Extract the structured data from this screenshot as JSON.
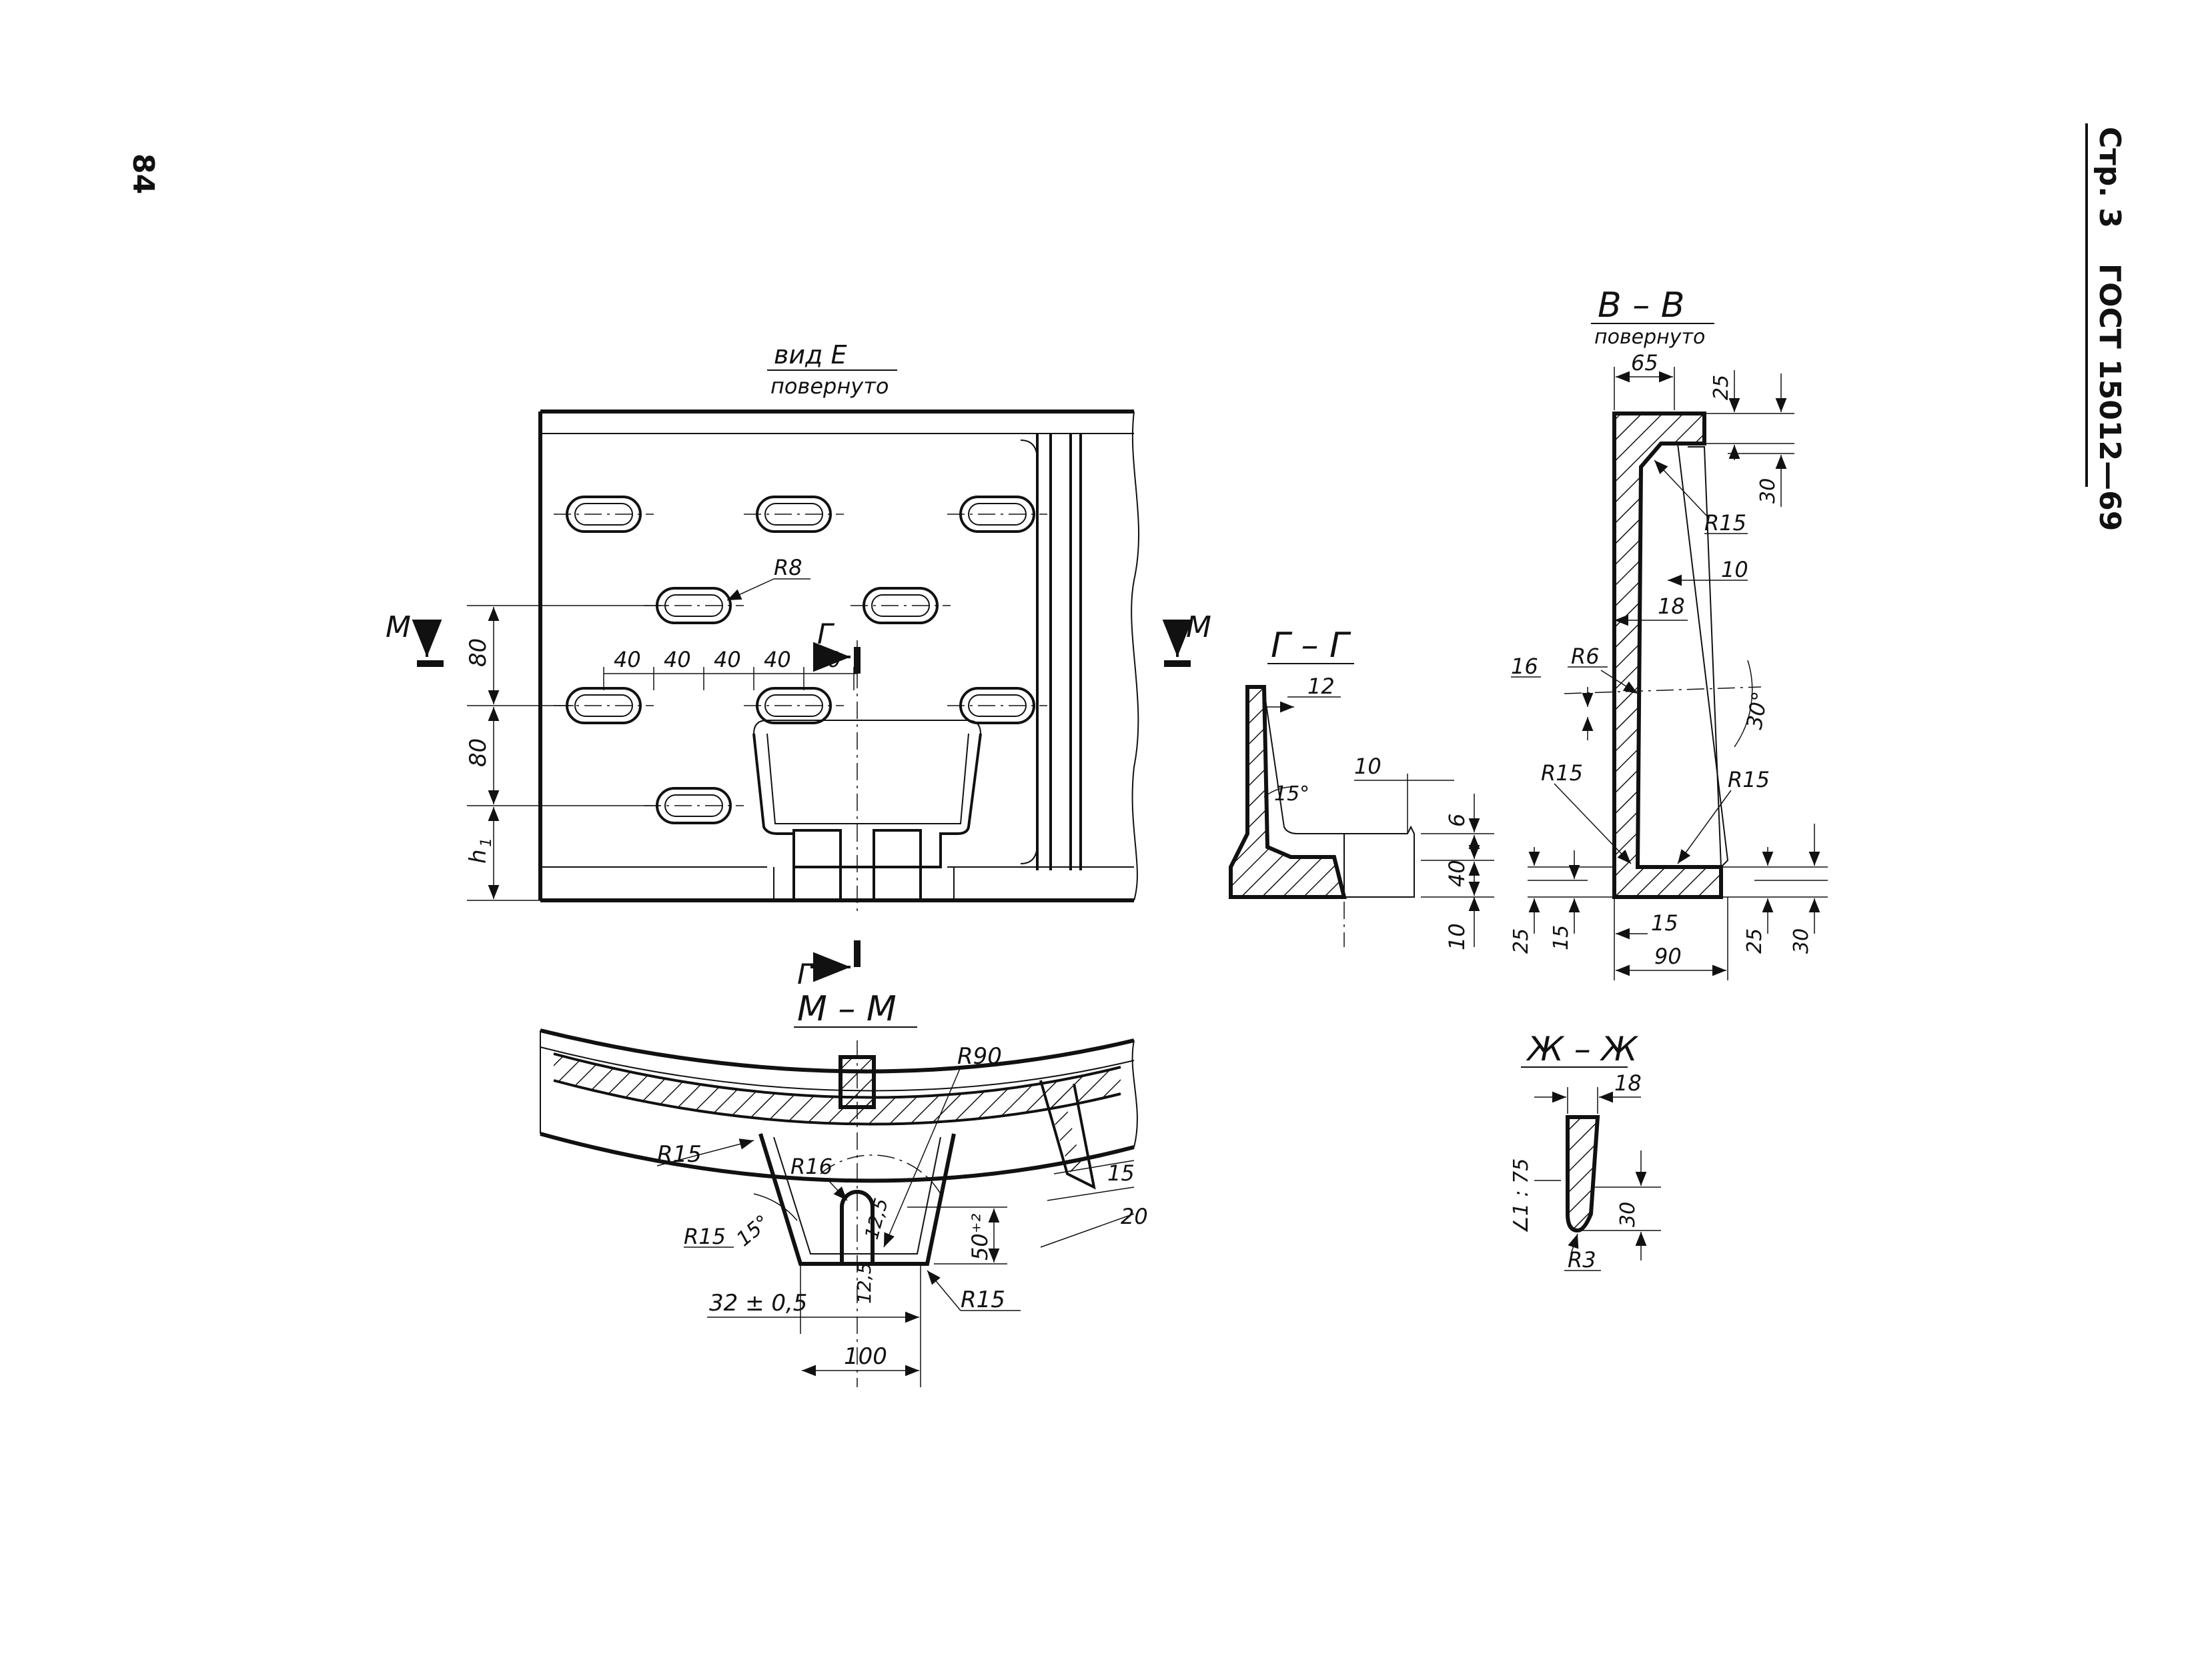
{
  "page": {
    "number": "84",
    "header_page": "Стр. 3",
    "header_standard": "ГОСТ 15012—69"
  },
  "view_e": {
    "title": "вид Е",
    "subtitle": "повернуто",
    "dims": {
      "d80a": "80",
      "d80b": "80",
      "h1": "h",
      "s40a": "40",
      "s40b": "40",
      "s40c": "40",
      "s40d": "40",
      "s40e": "40",
      "r8": "R8"
    },
    "cut_m_left": "М",
    "cut_m_right": "М",
    "cut_g_top": "Г",
    "cut_g_bottom": "Г"
  },
  "section_mm": {
    "title": "М – М",
    "dims": {
      "r90": "R90",
      "r15a": "R15",
      "r16": "R16",
      "r15b": "R15",
      "ang15": "15°",
      "r12_5a": "12,5",
      "r12_5b": "12,5",
      "tol": "50⁺²",
      "s15": "15",
      "s20": "20",
      "w32": "32 ± 0,5",
      "w100": "100",
      "r15c": "R15"
    }
  },
  "section_gg": {
    "title": "Г – Г",
    "dims": {
      "d12": "12",
      "ang15": "15°",
      "d10": "10",
      "d6": "6",
      "d40": "40",
      "d10b": "10"
    }
  },
  "section_vv": {
    "title": "В – В",
    "subtitle": "повернуто",
    "dims": {
      "d65": "65",
      "d25t": "25",
      "d30t": "30",
      "r15a": "R15",
      "d10": "10",
      "d18": "18",
      "r6": "R6",
      "d16": "16",
      "ang30": "30°",
      "r15b": "R15",
      "r15c": "R15",
      "d25bl": "25",
      "d15bl": "15",
      "d15": "15",
      "d90": "90",
      "d25br": "25",
      "d30br": "30"
    }
  },
  "section_zz": {
    "title": "Ж – Ж",
    "dims": {
      "d18": "18",
      "ang": "∠1 : 75",
      "d30": "30",
      "r3": "R3"
    }
  }
}
